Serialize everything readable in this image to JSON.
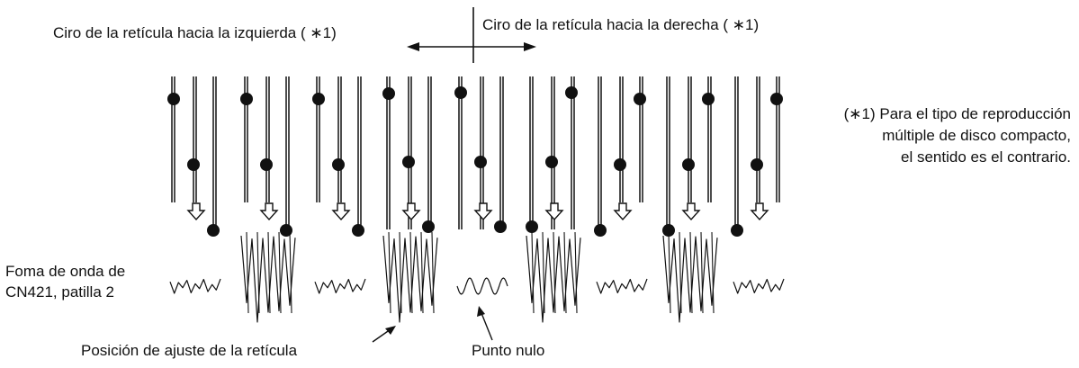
{
  "labels": {
    "rotate_left": "Ciro de la retícula hacia la izquierda ( ∗1)",
    "rotate_right": "Ciro de la retícula hacia la derecha ( ∗1)",
    "waveform_line1": "Foma de onda de",
    "waveform_line2": "CN421, patilla 2",
    "adjust_position": "Posición de ajuste de la retícula",
    "null_point": "Punto nulo",
    "note_line1": "(∗1) Para el tipo de reproducción",
    "note_line2": "múltiple de disco compacto,",
    "note_line3": "el sentido es el contrario."
  },
  "columns": [
    {
      "position": "left-3",
      "dots": "descending",
      "waveform": "small"
    },
    {
      "position": "left-2",
      "dots": "descending",
      "waveform": "large"
    },
    {
      "position": "left-1",
      "dots": "descending",
      "waveform": "small"
    },
    {
      "position": "adjust",
      "dots": "slightly-descending",
      "waveform": "large"
    },
    {
      "position": "null",
      "dots": "aligned",
      "waveform": "sine"
    },
    {
      "position": "right-1",
      "dots": "slightly-ascending",
      "waveform": "large"
    },
    {
      "position": "right-2",
      "dots": "ascending",
      "waveform": "small"
    },
    {
      "position": "right-3",
      "dots": "ascending",
      "waveform": "large"
    },
    {
      "position": "right-4",
      "dots": "ascending",
      "waveform": "small"
    }
  ],
  "colors": {
    "ink": "#111111",
    "background": "#ffffff"
  }
}
